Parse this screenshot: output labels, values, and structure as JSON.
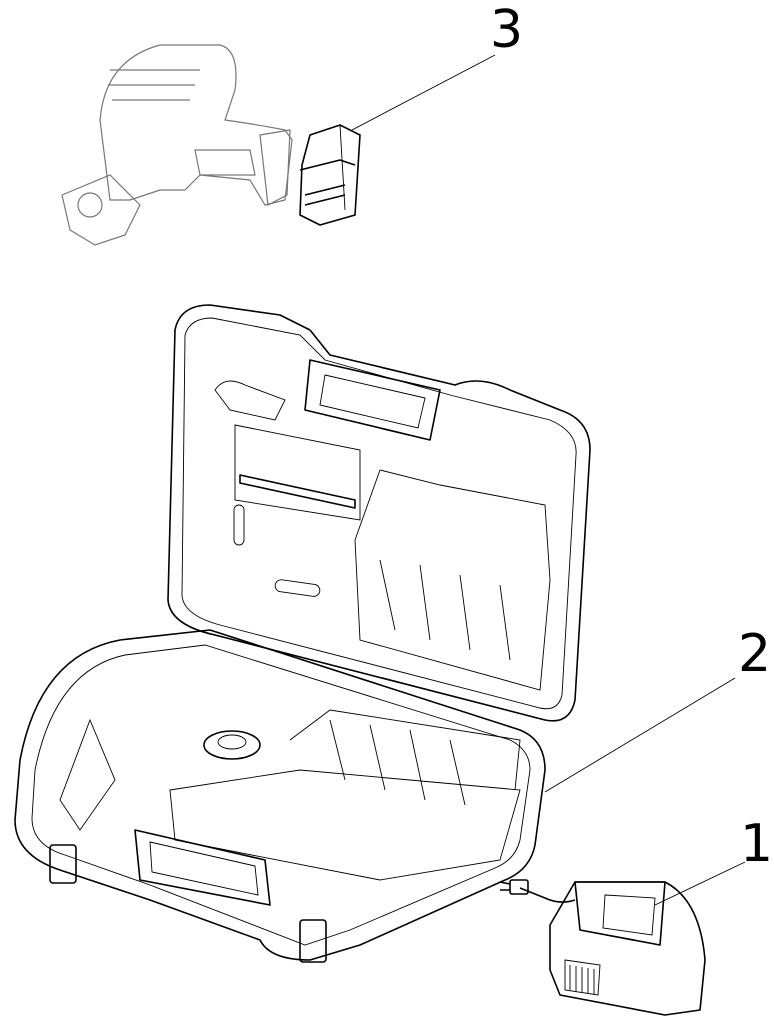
{
  "callouts": [
    {
      "label": "3",
      "part": "battery"
    },
    {
      "label": "2",
      "part": "carrying-case"
    },
    {
      "label": "1",
      "part": "charger"
    }
  ]
}
